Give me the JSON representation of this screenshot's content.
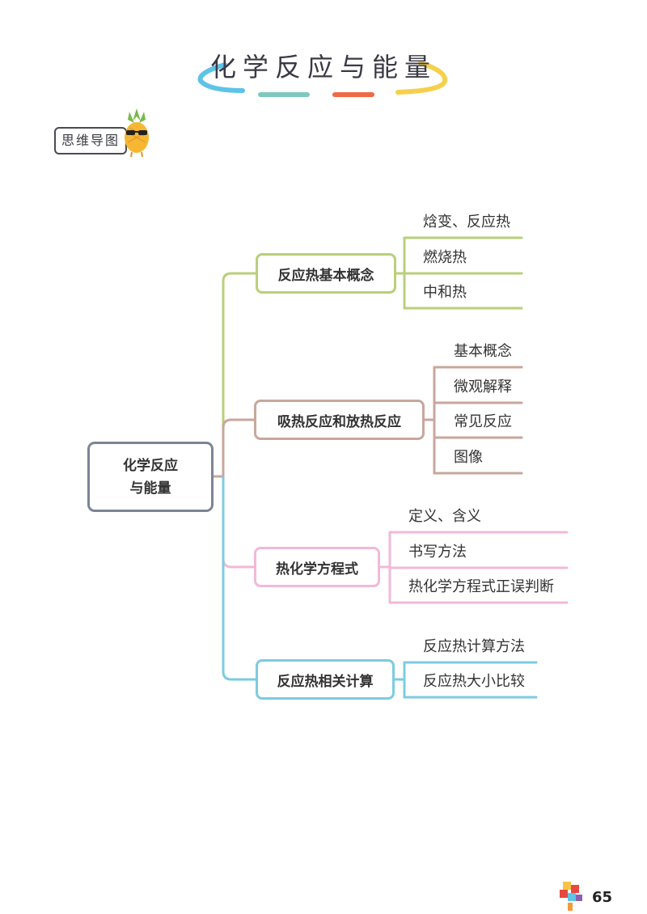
{
  "header": {
    "title": "化学反应与能量",
    "colors": {
      "blue": "#5ec3e8",
      "teal": "#7ec8c0",
      "orange": "#ef6a45",
      "yellow": "#f6d04d"
    }
  },
  "mindmap_tag": {
    "label": "思维导图",
    "mascot": "pineapple-with-sunglasses-icon"
  },
  "mindmap": {
    "root": {
      "label_line1": "化学反应",
      "label_line2": "与能量",
      "color": "#7c8596"
    },
    "branches": [
      {
        "label": "反应热基本概念",
        "color": "#b9cf7a",
        "children": [
          "焓变、反应热",
          "燃烧热",
          "中和热"
        ]
      },
      {
        "label": "吸热反应和放热反应",
        "color": "#c8a79c",
        "children": [
          "基本概念",
          "微观解释",
          "常见反应",
          "图像"
        ]
      },
      {
        "label": "热化学方程式",
        "color": "#f2b9d7",
        "children": [
          "定义、含义",
          "书写方法",
          "热化学方程式正误判断"
        ]
      },
      {
        "label": "反应热相关计算",
        "color": "#7dcbe0",
        "children": [
          "反应热计算方法",
          "反应热大小比较"
        ]
      }
    ]
  },
  "footer": {
    "page_number": "65",
    "logo": "colorful-blocks-logo-icon"
  }
}
